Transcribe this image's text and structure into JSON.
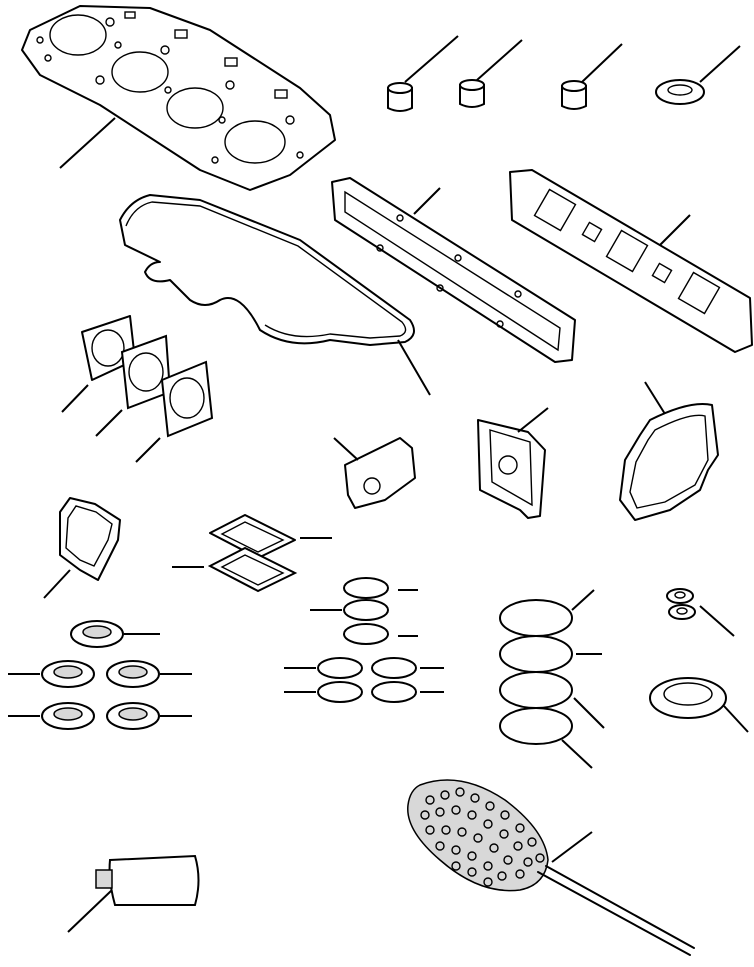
{
  "diagram": {
    "parts": [
      {
        "id": "cylinder-head-gasket"
      },
      {
        "id": "valve-stem-seal-1"
      },
      {
        "id": "valve-stem-seal-2"
      },
      {
        "id": "valve-stem-seal-3"
      },
      {
        "id": "seal-washer"
      },
      {
        "id": "rocker-cover-gasket"
      },
      {
        "id": "intake-manifold-gasket"
      },
      {
        "id": "exhaust-manifold-gasket"
      },
      {
        "id": "flange-gasket-1"
      },
      {
        "id": "flange-gasket-2"
      },
      {
        "id": "flange-gasket-3"
      },
      {
        "id": "small-housing-gasket"
      },
      {
        "id": "thermostat-gasket"
      },
      {
        "id": "water-pump-gasket"
      },
      {
        "id": "cover-gasket"
      },
      {
        "id": "square-gasket-pair"
      },
      {
        "id": "o-ring-set-small"
      },
      {
        "id": "o-ring-set-large"
      },
      {
        "id": "copper-washers"
      },
      {
        "id": "small-sealing-washers"
      },
      {
        "id": "large-seal-ring"
      },
      {
        "id": "sealant-tube"
      },
      {
        "id": "cleaning-brush"
      }
    ]
  }
}
